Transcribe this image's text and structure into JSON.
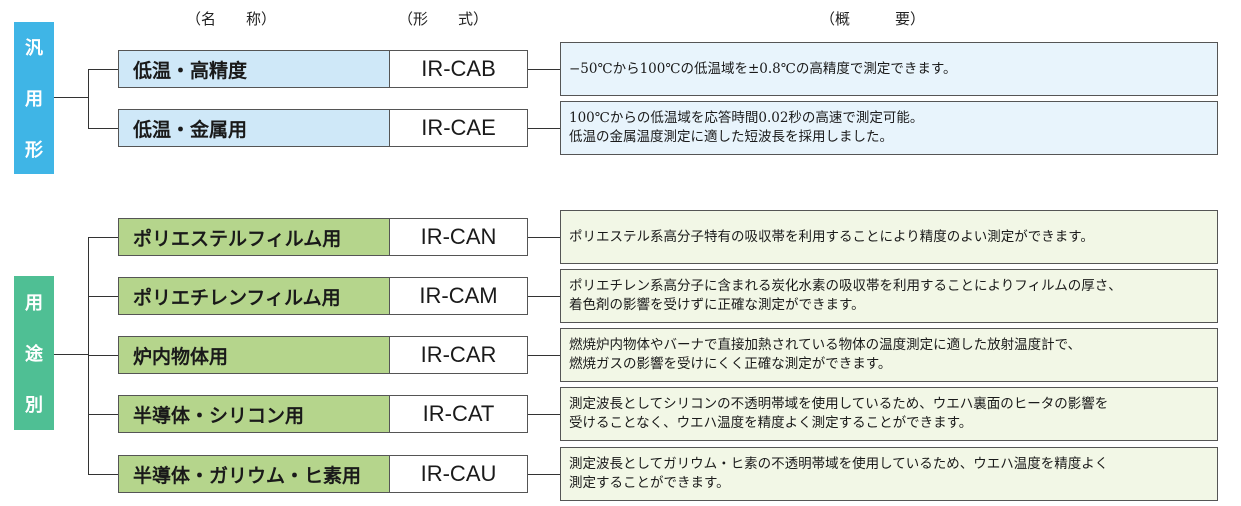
{
  "headers": {
    "name": "（名　　称）",
    "model": "（形　　式）",
    "overview": "（概　　　要）"
  },
  "colors": {
    "general_category": "#3fb5e6",
    "application_category": "#4fbf94",
    "general_name_bg": "#cfe8f8",
    "application_name_bg": "#b5d58c"
  },
  "groups": [
    {
      "category": [
        "汎",
        "用",
        "形"
      ],
      "items": [
        {
          "name": "低温・高精度",
          "model": "IR-CAB",
          "description": [
            "−50℃から100℃の低温域を±0.8℃の高精度で測定できます。"
          ]
        },
        {
          "name": "低温・金属用",
          "model": "IR-CAE",
          "description": [
            "100℃からの低温域を応答時間0.02秒の高速で測定可能。",
            "低温の金属温度測定に適した短波長を採用しました。"
          ]
        }
      ]
    },
    {
      "category": [
        "用",
        "途",
        "別"
      ],
      "items": [
        {
          "name": "ポリエステルフィルム用",
          "model": "IR-CAN",
          "description": [
            "ポリエステル系高分子特有の吸収帯を利用することにより精度のよい測定ができます。"
          ]
        },
        {
          "name": "ポリエチレンフィルム用",
          "model": "IR-CAM",
          "description": [
            "ポリエチレン系高分子に含まれる炭化水素の吸収帯を利用することによりフィルムの厚さ、",
            "着色剤の影響を受けずに正確な測定ができます。"
          ]
        },
        {
          "name": "炉内物体用",
          "model": "IR-CAR",
          "description": [
            "燃焼炉内物体やバーナで直接加熱されている物体の温度測定に適した放射温度計で、",
            "燃焼ガスの影響を受けにくく正確な測定ができます。"
          ]
        },
        {
          "name": "半導体・シリコン用",
          "model": "IR-CAT",
          "description": [
            "測定波長としてシリコンの不透明帯域を使用しているため、ウエハ裏面のヒータの影響を",
            "受けることなく、ウエハ温度を精度よく測定することができます。"
          ]
        },
        {
          "name": "半導体・ガリウム・ヒ素用",
          "model": "IR-CAU",
          "description": [
            "測定波長としてガリウム・ヒ素の不透明帯域を使用しているため、ウエハ温度を精度よく",
            "測定することができます。"
          ]
        }
      ]
    }
  ]
}
